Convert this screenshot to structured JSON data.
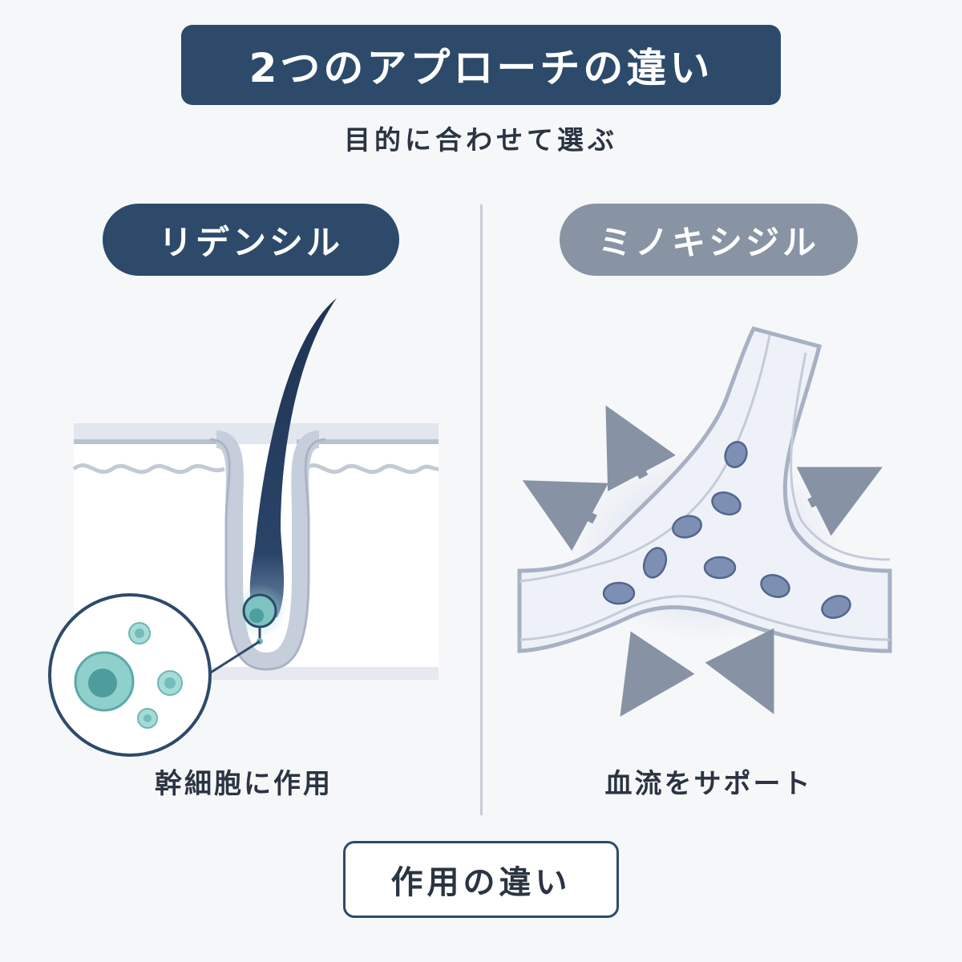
{
  "header": {
    "title": "2つのアプローチの違い",
    "subtitle": "目的に合わせて選ぶ"
  },
  "left_panel": {
    "label": "リデンシル",
    "caption": "幹細胞に作用"
  },
  "right_panel": {
    "label": "ミノキシジル",
    "caption": "血流をサポート"
  },
  "footer": {
    "label": "作用の違い"
  },
  "colors": {
    "navy": "#2d4a6b",
    "gray_pill": "#8893a3",
    "teal_cell": "#6fb8b8",
    "blood_cell": "#7d8fb3",
    "arrow": "#8793a4"
  }
}
